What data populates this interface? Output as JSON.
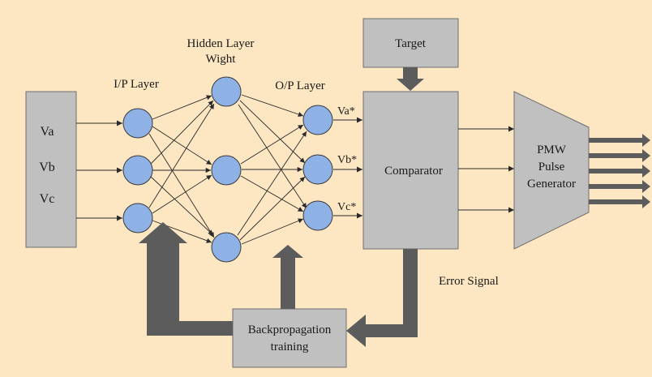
{
  "colors": {
    "background": "#fde6c2",
    "box_fill": "#c0c0c0",
    "box_stroke": "#6e6e6e",
    "node_fill": "#8fb2e6",
    "node_stroke": "#3a3a3a",
    "block_arrow": "#5c5c5c",
    "line": "#2a2a2a"
  },
  "input_box": {
    "lines": [
      "Va",
      "Vb",
      "Vc"
    ]
  },
  "labels": {
    "ip_layer": "I/P Layer",
    "hidden_layer_line1": "Hidden Layer",
    "hidden_layer_line2": "Wight",
    "op_layer": "O/P Layer",
    "error_signal": "Error Signal"
  },
  "outputs": [
    "Va*",
    "Vb*",
    "Vc*"
  ],
  "target": {
    "label": "Target"
  },
  "comparator": {
    "label": "Comparator"
  },
  "pwm": {
    "lines": [
      "PMW",
      "Pulse",
      "Generator"
    ]
  },
  "backprop": {
    "lines": [
      "Backpropagation",
      "training"
    ]
  },
  "icons": [
    "arrow-icon",
    "block-arrow-icon",
    "neuron-node"
  ]
}
